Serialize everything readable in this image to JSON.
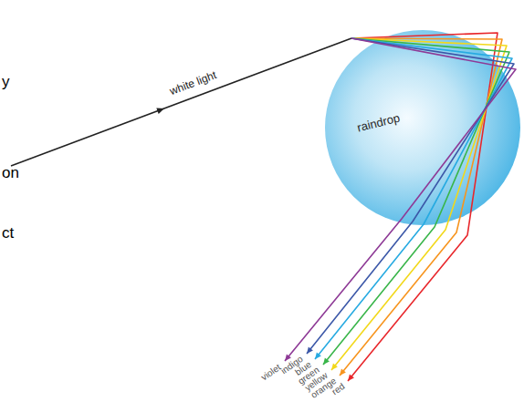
{
  "diagram": {
    "nodes": [
      {
        "text": [
          "raindrop"
        ]
      }
    ],
    "labels": [
      "white light",
      "violet",
      "indigo",
      "blue",
      "green",
      "yellow",
      "orange",
      "red",
      "y",
      "on",
      "ct"
    ]
  }
}
